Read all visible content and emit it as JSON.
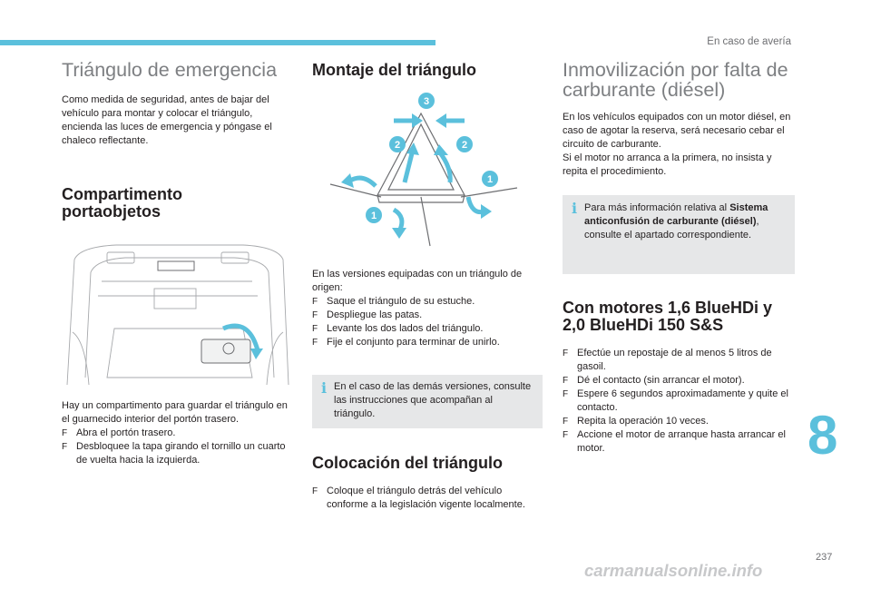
{
  "header": {
    "section": "En caso de avería"
  },
  "col1": {
    "title": "Triángulo de emergencia",
    "intro": "Como medida de seguridad, antes de bajar del vehículo para montar y colocar el triángulo, encienda las luces de emergencia y póngase el chaleco reflectante.",
    "subtitle_line1": "Compartimento",
    "subtitle_line2": "portaobjetos",
    "desc": "Hay un compartimento para guardar el triángulo en el guarnecido interior del portón trasero.",
    "steps": [
      "Abra el portón trasero.",
      "Desbloquee la tapa girando el tornillo un cuarto de vuelta hacia la izquierda."
    ]
  },
  "col2": {
    "title": "Montaje del triángulo",
    "diagram_numbers": [
      "3",
      "2",
      "2",
      "1",
      "1"
    ],
    "desc": "En las versiones equipadas con un triángulo de origen:",
    "steps": [
      "Saque el triángulo de su estuche.",
      "Despliegue las patas.",
      "Levante los dos lados del triángulo.",
      "Fije el conjunto para terminar de unirlo."
    ],
    "info": "En el caso de las demás versiones, consulte las instrucciones que acompañan al triángulo.",
    "subtitle": "Colocación del triángulo",
    "steps2": [
      "Coloque el triángulo detrás del vehículo conforme a la legislación vigente localmente."
    ]
  },
  "col3": {
    "title_line1": "Inmovilización por falta de",
    "title_line2": "carburante (diésel)",
    "intro1": "En los vehículos equipados con un motor diésel, en caso de agotar la reserva, será necesario cebar el circuito de carburante.",
    "intro2": "Si el motor no arranca a la primera, no insista y repita el procedimiento.",
    "info_pre": "Para más información relativa al ",
    "info_bold": "Sistema anticonfusión de carburante (diésel)",
    "info_post": ", consulte el apartado correspondiente.",
    "subtitle_line1": "Con motores 1,6 BlueHDi y",
    "subtitle_line2": "2,0 BlueHDi 150 S&S",
    "steps": [
      "Efectúe un repostaje de al menos 5 litros de gasoil.",
      "Dé el contacto (sin arrancar el motor).",
      "Espere 6 segundos aproximadamente y quite el contacto.",
      "Repita la operación 10 veces.",
      "Accione el motor de arranque hasta arrancar el motor."
    ]
  },
  "bullet_marker": "F",
  "info_icon": "i",
  "chapter_number": "8",
  "page_number": "237",
  "watermark": "carmanualsonline.info",
  "colors": {
    "accent": "#5bc0dc",
    "infobox_bg": "#e6e7e8",
    "light_title": "#7d7f82"
  }
}
